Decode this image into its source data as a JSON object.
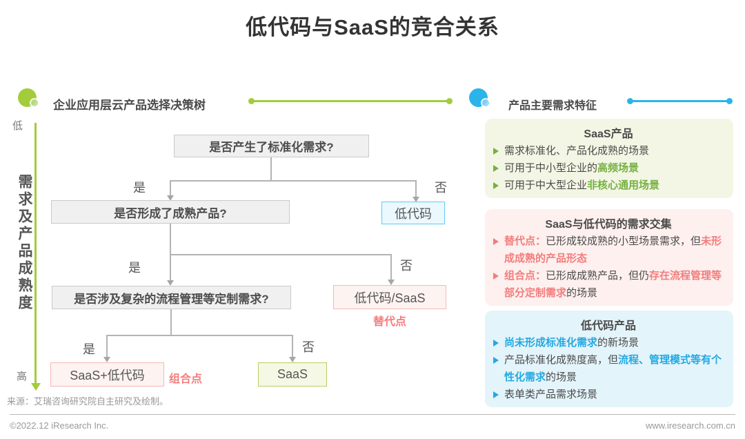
{
  "page": {
    "title": "低代码与SaaS的竞合关系",
    "source_note": "来源：艾瑞咨询研究院自主研究及绘制。",
    "footer": {
      "copyright": "©2022.12 iResearch Inc.",
      "website": "www.iresearch.com.cn"
    }
  },
  "colors": {
    "green": "#a3cc3a",
    "green_light": "#bcd98a",
    "green_em": "#76b043",
    "blue": "#2ab4e9",
    "blue_light": "#8fd2f1",
    "blue_em": "#24a9e0",
    "pink": "#f37d7d",
    "pinkbox_border": "#f2b8b5",
    "pinkbox_bg": "#fdf3f1",
    "bluebox_border": "#5ecdf3",
    "bluebox_bg": "#ebf8fe",
    "greenbox_border": "#b9cd62",
    "greenbox_bg": "#f4f8e5",
    "panel_green_bg": "#f3f6e4",
    "panel_pink_bg": "#fdf0ee",
    "panel_blue_bg": "#e4f4fb"
  },
  "left_section": {
    "header": "企业应用层云产品选择决策树",
    "axis": {
      "top": "低",
      "bottom": "高",
      "label": "需求及产品成熟度"
    },
    "flow": {
      "q1": "是否产生了标准化需求?",
      "q2": "是否形成了成熟产品?",
      "q3": "是否涉及复杂的流程管理等定制需求?",
      "yes": "是",
      "no": "否",
      "result_lowcode": "低代码",
      "result_lowcode_saas": "低代码/SaaS",
      "result_saas_lowcode": "SaaS+低代码",
      "result_saas": "SaaS",
      "tag_substitute": "替代点",
      "tag_combine": "组合点"
    }
  },
  "right_section": {
    "header": "产品主要需求特征",
    "boxes": [
      {
        "title": "SaaS产品",
        "theme": "green",
        "bullets": [
          [
            {
              "t": "需求标准化、产品化成熟的场景"
            }
          ],
          [
            {
              "t": "可用于中小型企业的"
            },
            {
              "t": "高频场景",
              "em": true
            }
          ],
          [
            {
              "t": "可用于中大型企业"
            },
            {
              "t": "非核心通用场景",
              "em": true
            }
          ]
        ]
      },
      {
        "title": "SaaS与低代码的需求交集",
        "theme": "pink",
        "bullets": [
          [
            {
              "t": "替代点：",
              "em": true
            },
            {
              "t": "已形成较成熟的小型场景需求，但"
            },
            {
              "t": "未形成成熟的产品形态",
              "em": true
            }
          ],
          [
            {
              "t": "组合点：",
              "em": true
            },
            {
              "t": "已形成成熟产品，但仍"
            },
            {
              "t": "存在流程管理等部分定制需求",
              "em": true
            },
            {
              "t": "的场景"
            }
          ]
        ]
      },
      {
        "title": "低代码产品",
        "theme": "blue",
        "bullets": [
          [
            {
              "t": "尚未形成标准化需求",
              "em": true
            },
            {
              "t": "的新场景"
            }
          ],
          [
            {
              "t": "产品标准化成熟度高，但"
            },
            {
              "t": "流程、管理模式等有个性化需求",
              "em": true
            },
            {
              "t": "的场景"
            }
          ],
          [
            {
              "t": "表单类产品需求场景"
            }
          ]
        ]
      }
    ]
  }
}
